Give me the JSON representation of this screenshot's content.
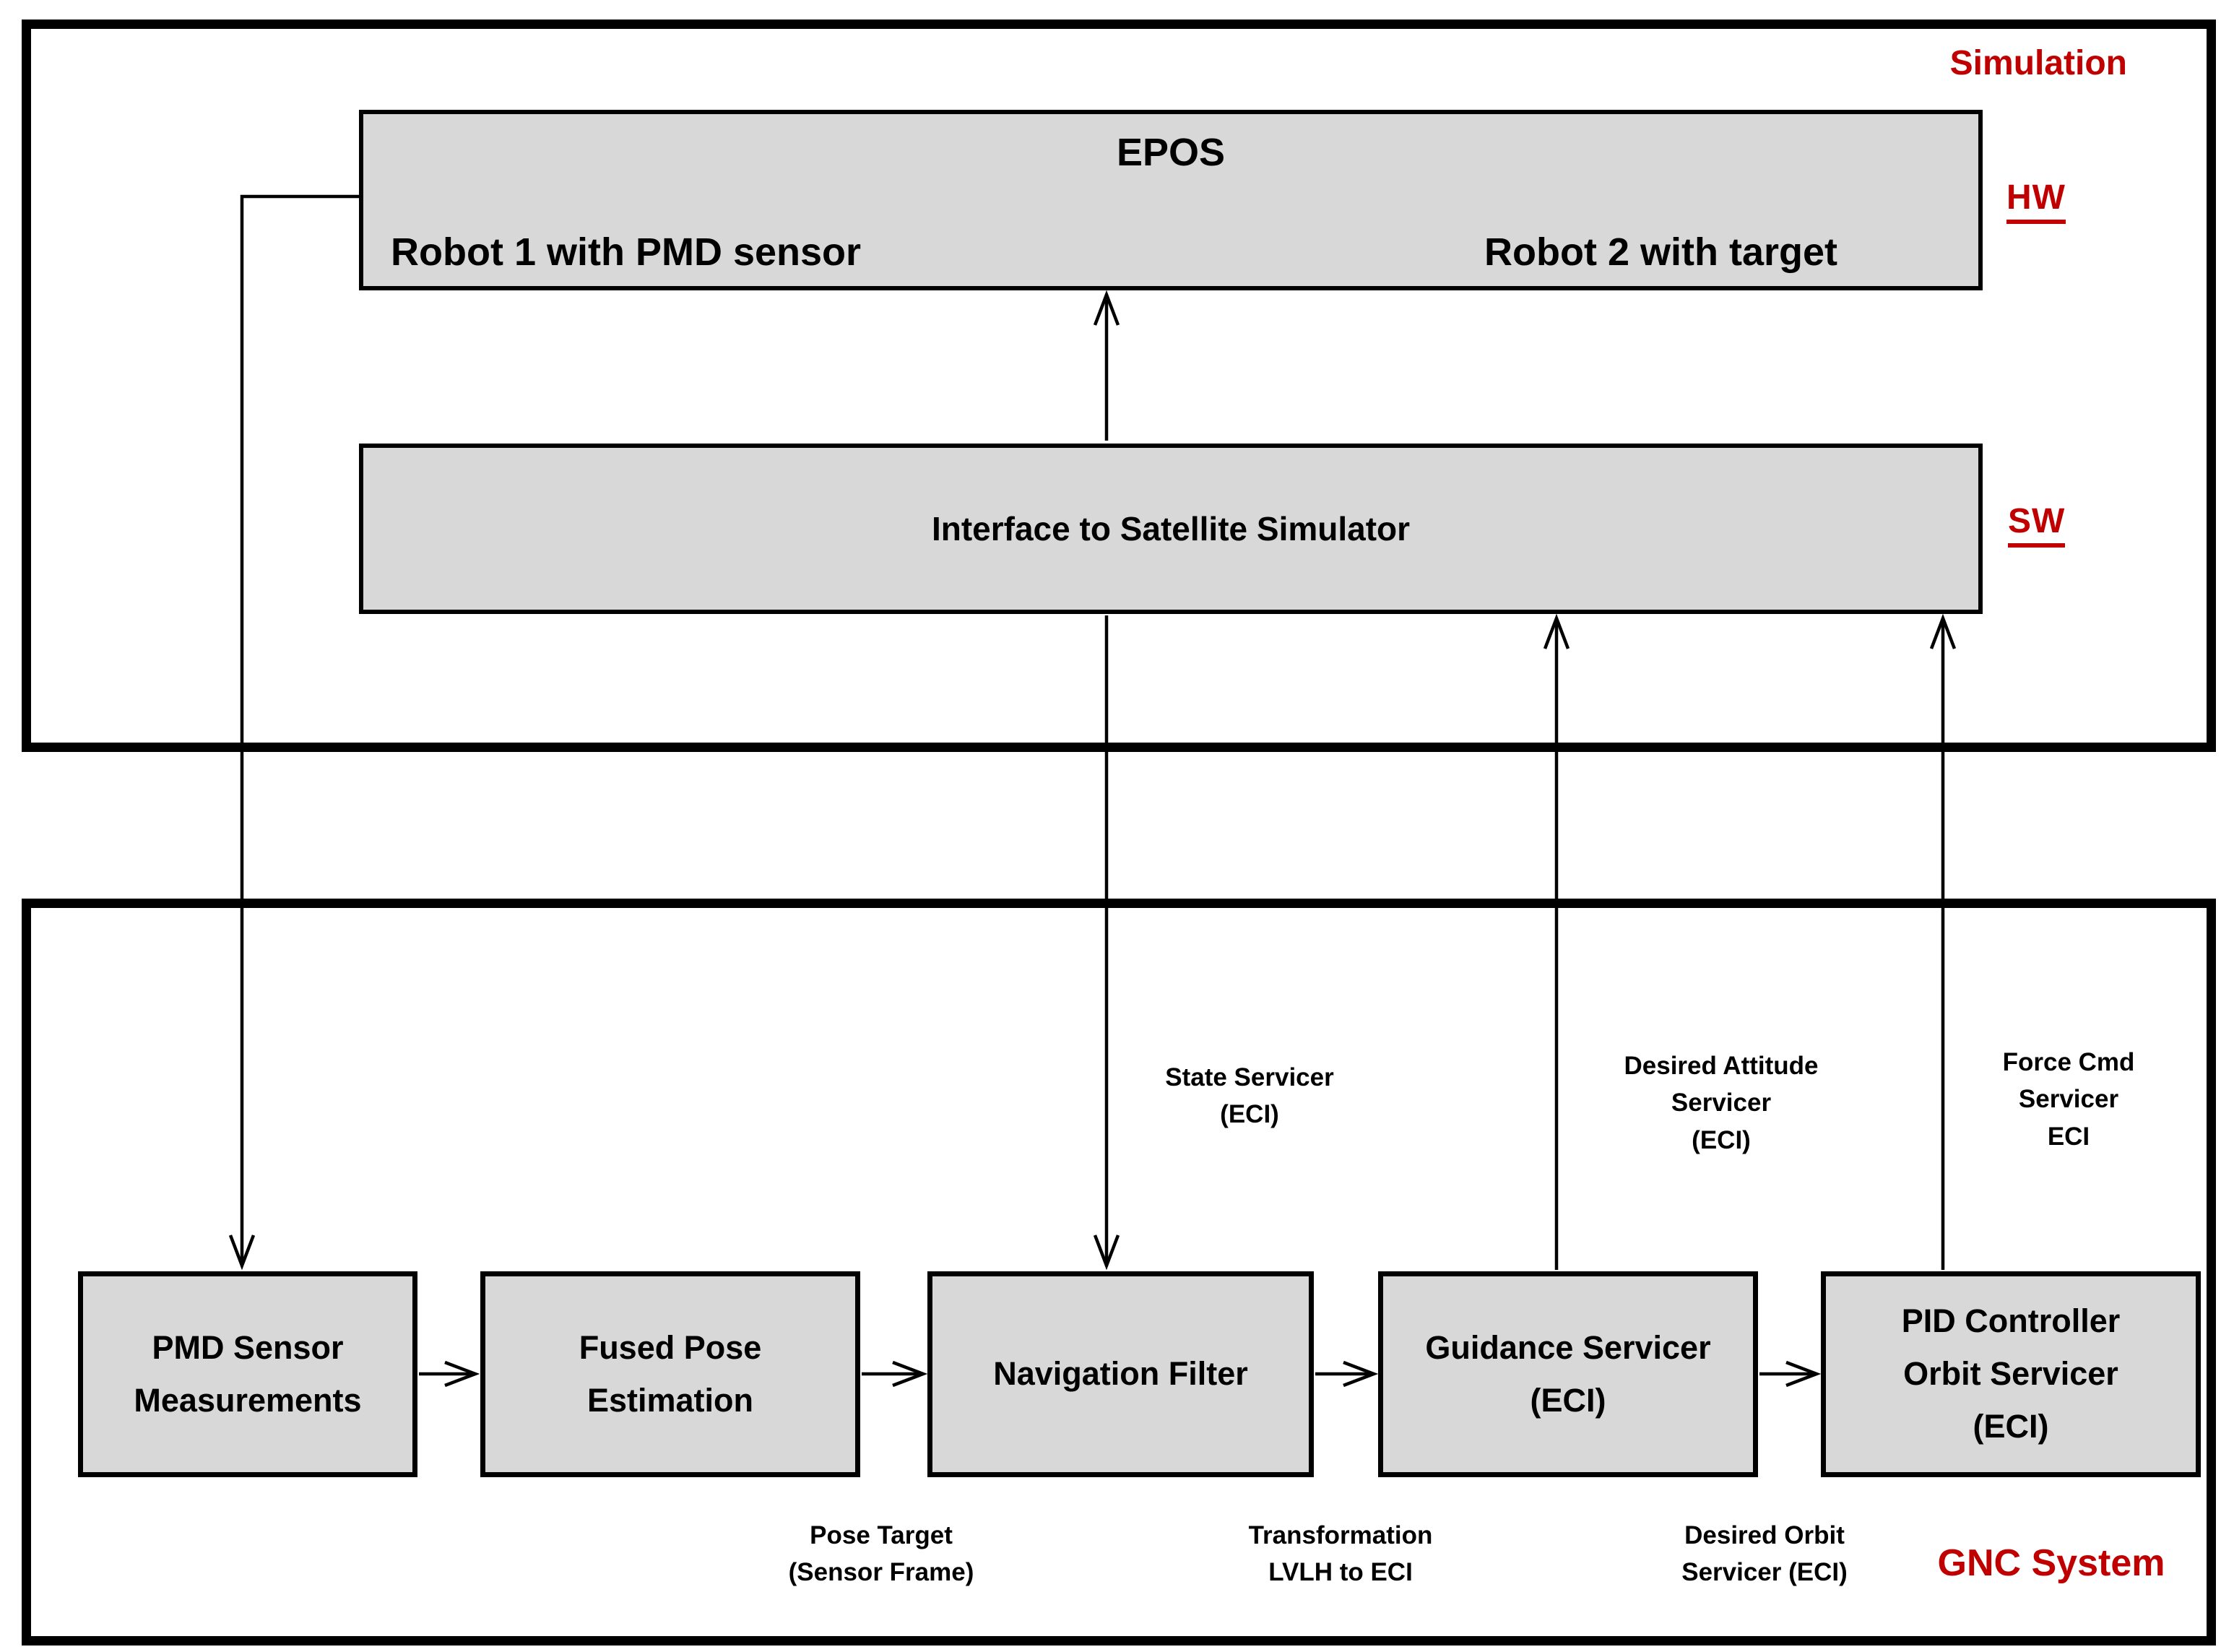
{
  "colors": {
    "accent_red": "#C00000",
    "box_fill": "#D8D8D8",
    "line_black": "#000000"
  },
  "simulation": {
    "section_label": "Simulation",
    "hw_label": "HW",
    "sw_label": "SW",
    "epos_box": {
      "title": "EPOS",
      "left_label": "Robot 1 with PMD sensor",
      "right_label": "Robot 2 with target"
    },
    "interface_box": {
      "title": "Interface to Satellite Simulator"
    }
  },
  "gnc": {
    "section_label": "GNC System",
    "pipeline": [
      {
        "label": "PMD Sensor\nMeasurements"
      },
      {
        "label": "Fused Pose\nEstimation"
      },
      {
        "label": "Navigation Filter"
      },
      {
        "label": "Guidance Servicer\n(ECI)"
      },
      {
        "label": "PID Controller\nOrbit Servicer\n(ECI)"
      }
    ],
    "signal_labels": {
      "state_servicer": "State Servicer\n(ECI)",
      "desired_attitude": "Desired Attitude\nServicer\n(ECI)",
      "force_cmd": "Force Cmd\nServicer\nECI",
      "pose_target": "Pose Target\n(Sensor Frame)",
      "transformation": "Transformation\nLVLH to ECI",
      "desired_orbit": "Desired Orbit\nServicer (ECI)"
    }
  }
}
